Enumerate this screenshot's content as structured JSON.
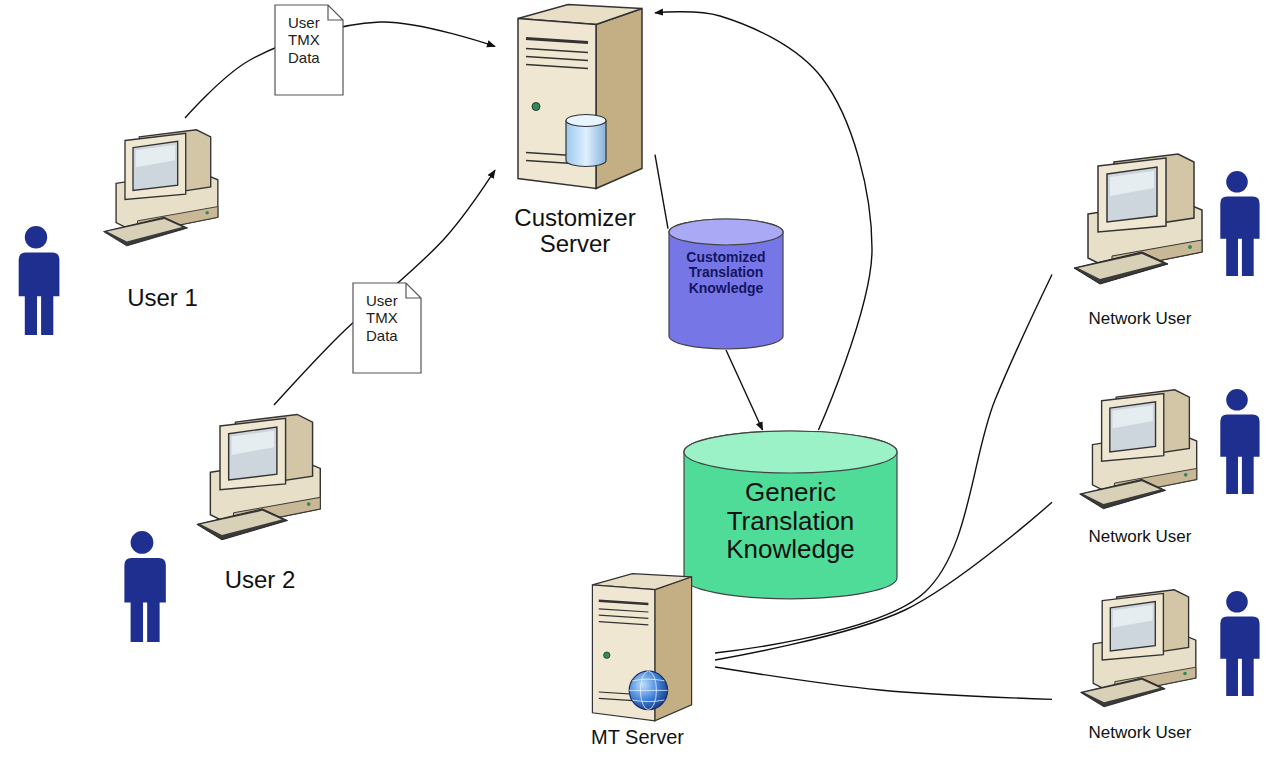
{
  "diagram": {
    "nodes": [
      {
        "text": [
          "Customizer Server"
        ]
      },
      {
        "text": [
          "User 1"
        ]
      },
      {
        "text": [
          "Customized Translation Knowledge"
        ]
      },
      {
        "text": [
          "Network User"
        ]
      },
      {
        "text": [
          "User 2"
        ]
      },
      {
        "text": [
          "Generic Translation Knowledge"
        ]
      },
      {
        "text": [
          "Network User"
        ]
      },
      {
        "text": [
          "MT Server"
        ]
      },
      {
        "text": [
          "Network User"
        ]
      }
    ],
    "edges": [
      {
        "from": 1,
        "to": 0,
        "arrow": "to",
        "label": "User TMX Data"
      },
      {
        "from": 4,
        "to": 0,
        "arrow": "to",
        "label": "User TMX Data"
      },
      {
        "from": 0,
        "to": 2,
        "arrow": "none"
      },
      {
        "from": 2,
        "to": 5,
        "arrow": "to"
      },
      {
        "from": 5,
        "to": 0,
        "arrow": "to"
      },
      {
        "from": 7,
        "to": 3,
        "arrow": "none"
      },
      {
        "from": 7,
        "to": 6,
        "arrow": "none"
      },
      {
        "from": 7,
        "to": 8,
        "arrow": "none"
      }
    ]
  }
}
